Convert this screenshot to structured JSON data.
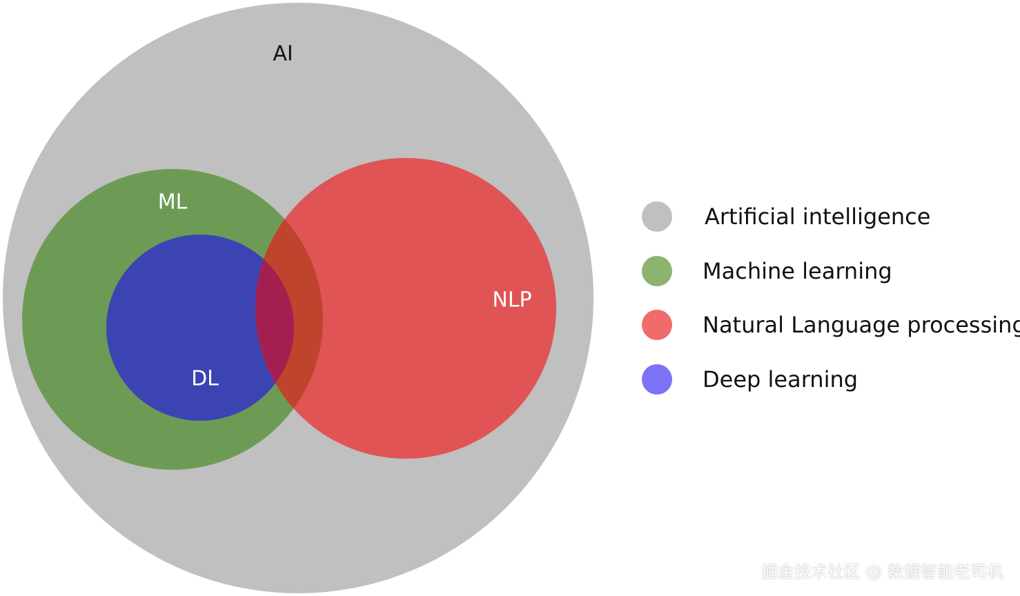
{
  "diagram": {
    "circles": [
      {
        "id": "ai",
        "label": "AI",
        "fill": "#c0c0c0",
        "label_color": "#111111"
      },
      {
        "id": "ml",
        "label": "ML",
        "fill": "#6d9b56",
        "label_color": "#ffffff"
      },
      {
        "id": "dl",
        "label": "DL",
        "fill": "#3c44b4",
        "label_color": "#ffffff"
      },
      {
        "id": "nlp",
        "label": "NLP",
        "fill": "#e15455",
        "label_color": "#ffffff"
      }
    ],
    "overlap_colors": {
      "ml_nlp": "#c0432e",
      "dl_nlp": "#a31f4f"
    }
  },
  "legend": {
    "items": [
      {
        "label": "Artificial intelligence",
        "color": "#c0c0c0"
      },
      {
        "label": "Machine learning",
        "color": "#8cb46f"
      },
      {
        "label": "Natural Language processing",
        "color": "#f06b6b"
      },
      {
        "label": "Deep learning",
        "color": "#7b72f5"
      }
    ]
  },
  "watermark": "掘金技术社区 @ 数据智能老司机"
}
